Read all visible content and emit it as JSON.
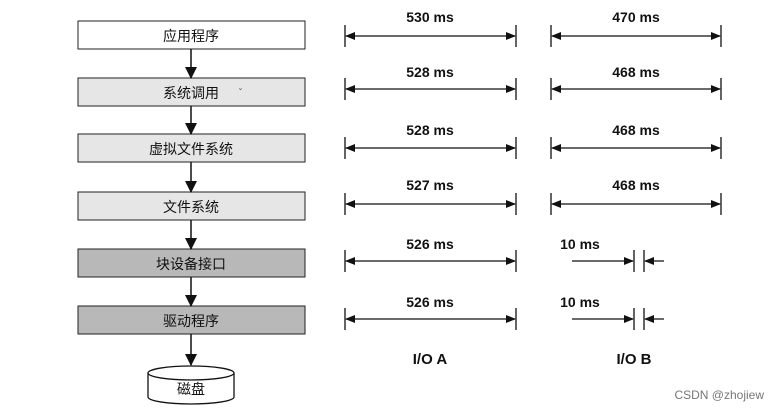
{
  "layers": [
    {
      "label": "应用程序",
      "fill": "#ffffff"
    },
    {
      "label": "系统调用",
      "fill": "#e6e6e6"
    },
    {
      "label": "虚拟文件系统",
      "fill": "#e6e6e6"
    },
    {
      "label": "文件系统",
      "fill": "#e6e6e6"
    },
    {
      "label": "块设备接口",
      "fill": "#b8b8b8"
    },
    {
      "label": "驱动程序",
      "fill": "#b8b8b8"
    }
  ],
  "disk": {
    "label": "磁盘"
  },
  "stray_mark": "ˇ",
  "columns": [
    {
      "label": "I/O A",
      "rows": [
        {
          "value": "530 ms",
          "style": "span"
        },
        {
          "value": "528 ms",
          "style": "span"
        },
        {
          "value": "528 ms",
          "style": "span"
        },
        {
          "value": "527 ms",
          "style": "span"
        },
        {
          "value": "526 ms",
          "style": "span"
        },
        {
          "value": "526 ms",
          "style": "span"
        }
      ]
    },
    {
      "label": "I/O B",
      "rows": [
        {
          "value": "470 ms",
          "style": "span"
        },
        {
          "value": "468 ms",
          "style": "span"
        },
        {
          "value": "468 ms",
          "style": "span"
        },
        {
          "value": "468 ms",
          "style": "span"
        },
        {
          "value": "10 ms",
          "style": "squeeze"
        },
        {
          "value": "10 ms",
          "style": "squeeze"
        }
      ]
    }
  ],
  "watermark": "CSDN @zhojiew"
}
